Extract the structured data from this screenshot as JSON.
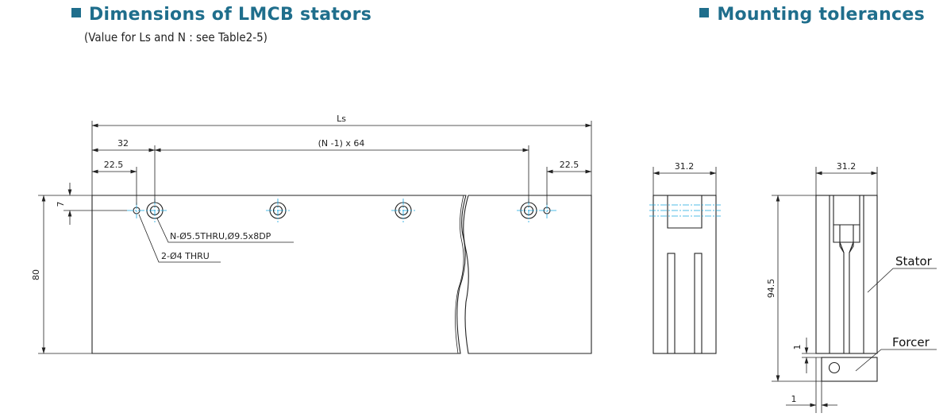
{
  "headings": {
    "left": "Dimensions of LMCB stators",
    "left_note": "(Value for Ls and N : see Table2-5)",
    "right": "Mounting tolerances"
  },
  "stator_front": {
    "dim_total": "Ls",
    "dim_first_hole": "32",
    "dim_pitch": "(N -1) x 64",
    "dim_left_small": "22.5",
    "dim_right_small": "22.5",
    "dim_top": "7",
    "dim_height": "80",
    "callout_counterbore": "N-Ø5.5THRU,Ø9.5x8DP",
    "callout_thru": "2-Ø4 THRU"
  },
  "stator_side": {
    "dim_width": "31.2"
  },
  "mounting": {
    "dim_width": "31.2",
    "dim_height": "94.5",
    "dim_gap_v": "1",
    "dim_gap_h": "1",
    "label_stator": "Stator",
    "label_forcer": "Forcer"
  },
  "colors": {
    "heading": "#1f6e8c",
    "centerline": "#1aa6e0",
    "line": "#222222"
  }
}
